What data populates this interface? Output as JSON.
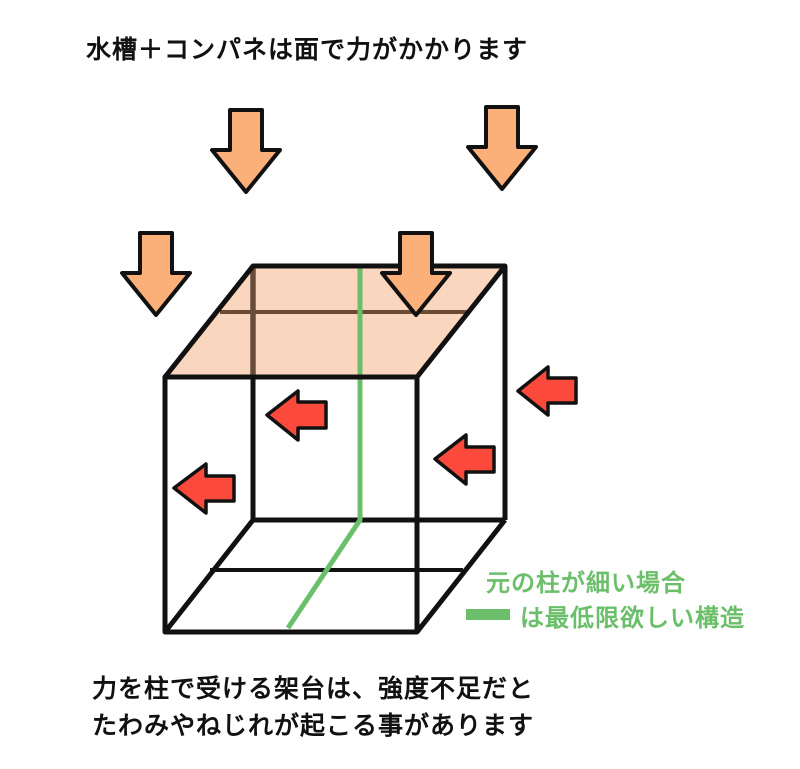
{
  "title": "水槽＋コンパネは面で力がかかります",
  "legend": {
    "line1": "元の柱が細い場合",
    "line2": "は最低限欲しい構造",
    "color": "#6cbf6a"
  },
  "footer": {
    "line1": "力を柱で受ける架台は、強度不足だと",
    "line2": "たわみやねじれが起こる事があります"
  },
  "colors": {
    "top_face": "#f9d6bd",
    "down_arrow": "#fbb07a",
    "side_arrow": "#fb4a3c",
    "frame": "#111111",
    "hidden_frame": "#6b4a36",
    "reinforcement": "#6cbf6a"
  }
}
